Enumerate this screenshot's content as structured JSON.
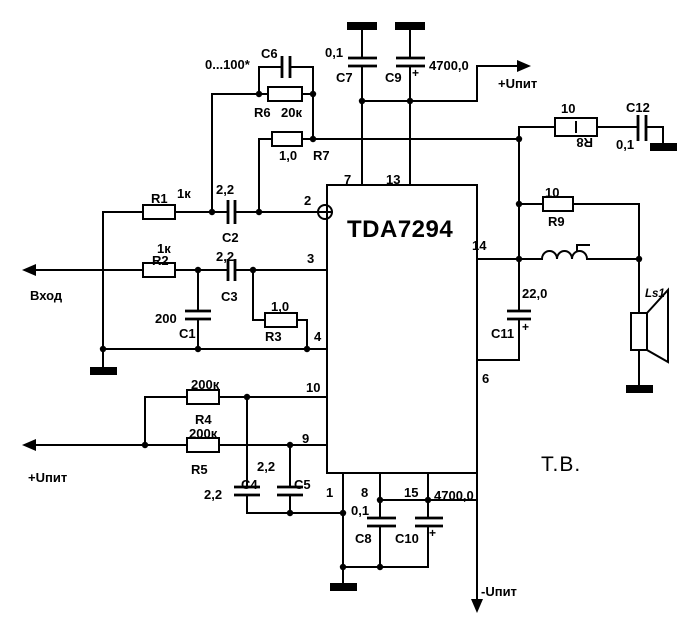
{
  "schematic": {
    "ic": {
      "part_number": "TDA7294",
      "pin_labels": {
        "p1": "1",
        "p2": "2",
        "p3": "3",
        "p4": "4",
        "p6": "6",
        "p7": "7",
        "p8": "8",
        "p9": "9",
        "p10": "10",
        "p13": "13",
        "p14": "14",
        "p15": "15"
      }
    },
    "components": {
      "R1": {
        "ref": "R1",
        "value": "1к"
      },
      "R2": {
        "ref": "R2",
        "value": "1к"
      },
      "R3": {
        "ref": "R3",
        "value": "1,0"
      },
      "R4": {
        "ref": "R4",
        "value": "200к"
      },
      "R5": {
        "ref": "R5",
        "value": "200к"
      },
      "R6": {
        "ref": "R6",
        "value": "20к"
      },
      "R7": {
        "ref": "R7",
        "value": "1,0"
      },
      "R8": {
        "ref": "R8",
        "value": "10"
      },
      "R9": {
        "ref": "R9",
        "value": "10"
      },
      "C1": {
        "ref": "C1",
        "value": "200"
      },
      "C2": {
        "ref": "C2",
        "value": "2,2"
      },
      "C3": {
        "ref": "C3",
        "value": "2,2"
      },
      "C4": {
        "ref": "C4",
        "value": "2,2"
      },
      "C5": {
        "ref": "C5",
        "value": "2,2"
      },
      "C6": {
        "ref": "C6",
        "value": "0...100*"
      },
      "C7": {
        "ref": "C7",
        "value": "0,1"
      },
      "C8": {
        "ref": "C8",
        "value": "0,1"
      },
      "C9": {
        "ref": "C9",
        "value": "4700,0",
        "polarity": "+"
      },
      "C10": {
        "ref": "C10",
        "value": "4700,0",
        "polarity": "+"
      },
      "C11": {
        "ref": "C11",
        "value": "22,0",
        "polarity": "+"
      },
      "C12": {
        "ref": "C12",
        "value": "0,1"
      },
      "LS1": {
        "ref": "Ls1"
      }
    },
    "ports": {
      "input": "Вход",
      "supply_positive_top": "+Uпит",
      "supply_positive_bottom": "+Uпит",
      "supply_negative": "-Uпит"
    },
    "signature": "Т.В.",
    "colors": {
      "line": "#000000",
      "background": "#ffffff"
    }
  }
}
